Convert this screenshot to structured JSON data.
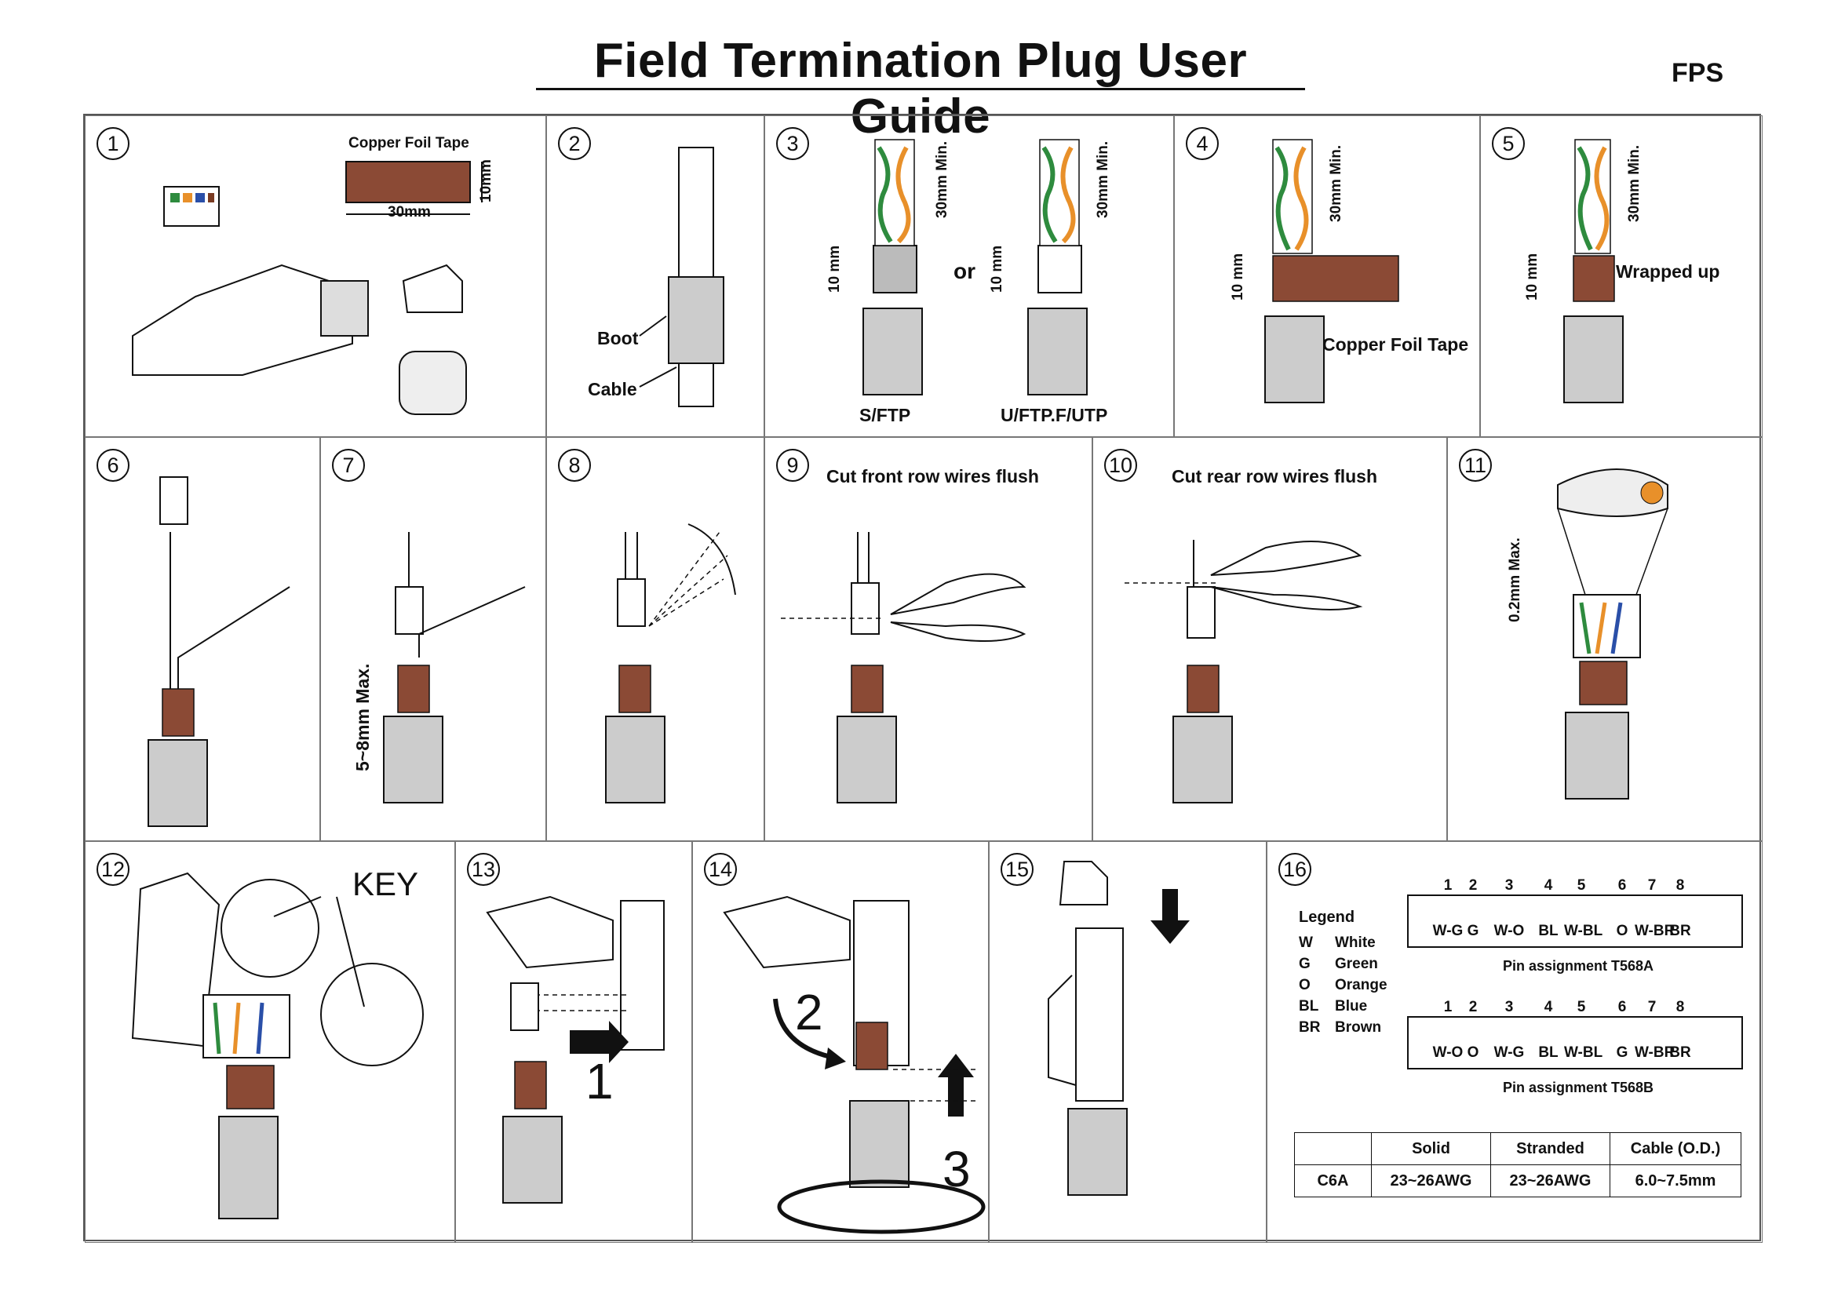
{
  "header": {
    "title": "Field Termination Plug User Guide",
    "code": "FPS"
  },
  "steps": {
    "s1": {
      "num": "1",
      "tape_label": "Copper Foil Tape",
      "dim_h": "10mm",
      "dim_w": "30mm"
    },
    "s2": {
      "num": "2",
      "boot": "Boot",
      "cable": "Cable"
    },
    "s3": {
      "num": "3",
      "dim_h": "10 mm",
      "dim_min1": "30mm Min.",
      "dim_min2": "30mm Min.",
      "dim_h2": "10 mm",
      "or": "or",
      "label_sftp": "S/FTP",
      "label_uftp": "U/FTP.F/UTP"
    },
    "s4": {
      "num": "4",
      "dim_h": "10 mm",
      "dim_min": "30mm Min.",
      "tape": "Copper Foil Tape"
    },
    "s5": {
      "num": "5",
      "dim_h": "10 mm",
      "dim_min": "30mm Min.",
      "wrapped": "Wrapped  up"
    },
    "s6": {
      "num": "6"
    },
    "s7": {
      "num": "7",
      "dim": "5~8mm Max."
    },
    "s8": {
      "num": "8"
    },
    "s9": {
      "num": "9",
      "caption": "Cut front row wires flush"
    },
    "s10": {
      "num": "10",
      "caption": "Cut rear row wires flush"
    },
    "s11": {
      "num": "11",
      "dim": "0.2mm Max."
    },
    "s12": {
      "num": "12",
      "key": "KEY"
    },
    "s13": {
      "num": "13",
      "step": "1"
    },
    "s14": {
      "num": "14",
      "step2": "2",
      "step3": "3"
    },
    "s15": {
      "num": "15"
    },
    "s16": {
      "num": "16",
      "legend_title": "Legend",
      "legend": [
        {
          "code": "W",
          "name": "White"
        },
        {
          "code": "G",
          "name": "Green"
        },
        {
          "code": "O",
          "name": "Orange"
        },
        {
          "code": "BL",
          "name": "Blue"
        },
        {
          "code": "BR",
          "name": "Brown"
        }
      ],
      "pin_numbers": [
        "1",
        "2",
        "3",
        "4",
        "5",
        "6",
        "7",
        "8"
      ],
      "t568a": [
        "W-G",
        "G",
        "W-O",
        "BL",
        "W-BL",
        "O",
        "W-BR",
        "BR"
      ],
      "t568a_label": "Pin assignment T568A",
      "t568b": [
        "W-O",
        "O",
        "W-G",
        "BL",
        "W-BL",
        "G",
        "W-BR",
        "BR"
      ],
      "t568b_label": "Pin assignment T568B",
      "spec": {
        "headers": [
          "",
          "Solid",
          "Stranded",
          "Cable (O.D.)"
        ],
        "row_label": "C6A",
        "row": [
          "23~26AWG",
          "23~26AWG",
          "6.0~7.5mm"
        ]
      }
    }
  },
  "colors": {
    "copper": "#8b4a35",
    "green": "#2e8b3e",
    "orange": "#e8902a",
    "blue": "#2a4fa8",
    "brown": "#7a3b22"
  }
}
